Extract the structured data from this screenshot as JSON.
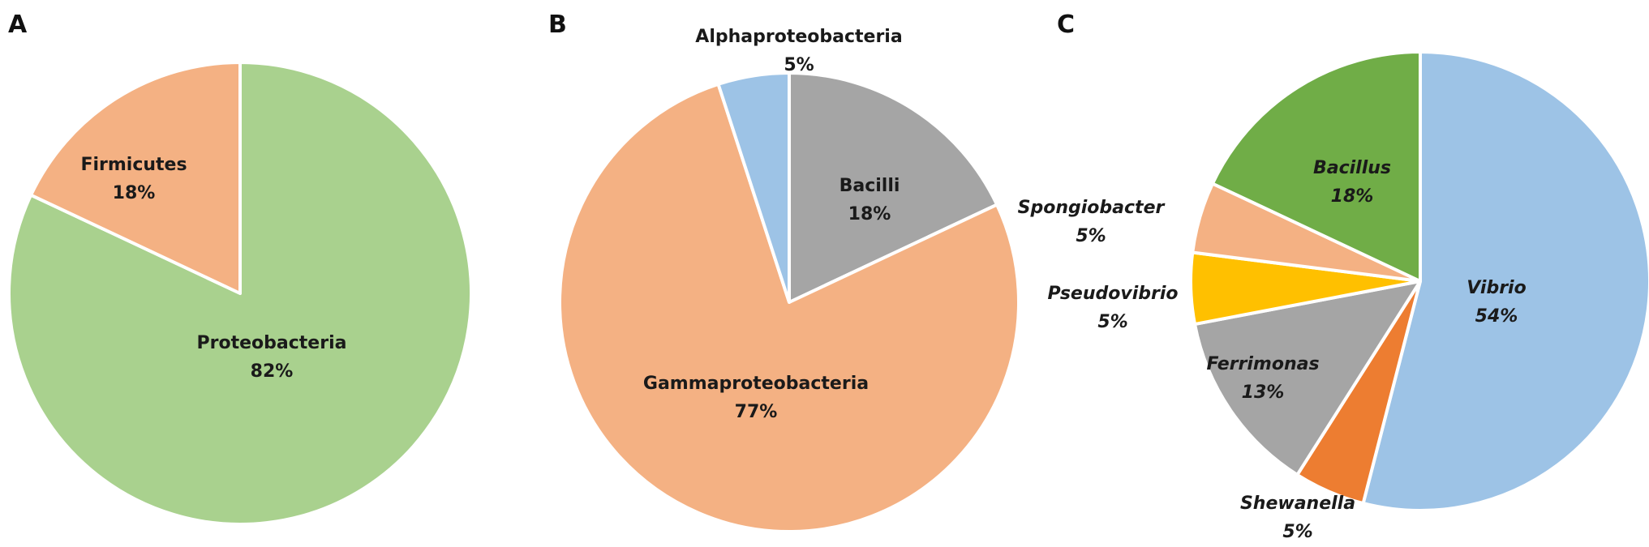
{
  "chart_data": [
    {
      "panel": "A",
      "type": "pie",
      "start_angle_deg": 0,
      "direction": "clockwise",
      "slices": [
        {
          "label": "Proteobacteria",
          "percent_text": "82%",
          "value": 82,
          "color": "#a9d18e",
          "italic": false
        },
        {
          "label": "Firmicutes",
          "percent_text": "18%",
          "value": 18,
          "color": "#f4b183",
          "italic": false
        }
      ]
    },
    {
      "panel": "B",
      "type": "pie",
      "start_angle_deg": 0,
      "direction": "clockwise",
      "slices": [
        {
          "label": "Bacilli",
          "percent_text": "18%",
          "value": 18,
          "color": "#a5a5a5",
          "italic": false
        },
        {
          "label": "Gammaproteobacteria",
          "percent_text": "77%",
          "value": 77,
          "color": "#f4b183",
          "italic": false
        },
        {
          "label": "Alphaproteobacteria",
          "percent_text": "5%",
          "value": 5,
          "color": "#9dc3e6",
          "italic": false
        }
      ]
    },
    {
      "panel": "C",
      "type": "pie",
      "start_angle_deg": 0,
      "direction": "clockwise",
      "slices": [
        {
          "label": "Vibrio",
          "percent_text": "54%",
          "value": 54,
          "color": "#9dc3e6",
          "italic": true
        },
        {
          "label": "Shewanella",
          "percent_text": "5%",
          "value": 5,
          "color": "#ed7d31",
          "italic": true
        },
        {
          "label": "Ferrimonas",
          "percent_text": "13%",
          "value": 13,
          "color": "#a5a5a5",
          "italic": true
        },
        {
          "label": "Pseudovibrio",
          "percent_text": "5%",
          "value": 5,
          "color": "#ffc000",
          "italic": true
        },
        {
          "label": "Spongiobacter",
          "percent_text": "5%",
          "value": 5,
          "color": "#f4b183",
          "italic": true
        },
        {
          "label": "Bacillus",
          "percent_text": "18%",
          "value": 18,
          "color": "#70ad47",
          "italic": true
        }
      ]
    }
  ]
}
